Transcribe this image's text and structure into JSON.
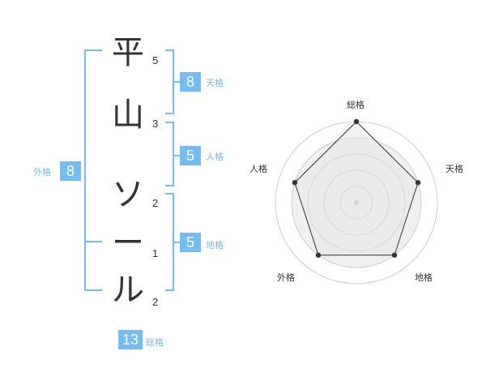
{
  "name_chars": [
    {
      "char": "平",
      "strokes": "5"
    },
    {
      "char": "山",
      "strokes": "3"
    },
    {
      "char": "ソ",
      "strokes": "2"
    },
    {
      "char": "ー",
      "strokes": "1"
    },
    {
      "char": "ル",
      "strokes": "2"
    }
  ],
  "kakusu": {
    "tenkaku": {
      "value": "8",
      "label": "天格"
    },
    "jinkaku": {
      "value": "5",
      "label": "人格"
    },
    "chikaku": {
      "value": "5",
      "label": "地格"
    },
    "gaikaku": {
      "value": "8",
      "label": "外格"
    },
    "soukaku": {
      "value": "13",
      "label": "総格"
    }
  },
  "chart_data": {
    "type": "radar",
    "axes": [
      "総格",
      "天格",
      "地格",
      "外格",
      "人格"
    ],
    "values": [
      5,
      4,
      4,
      4,
      4
    ],
    "max": 5,
    "rings": 5
  },
  "colors": {
    "accent": "#74bcf1",
    "text": "#333333",
    "ring": "#cccccc",
    "fill": "#f0f0f0",
    "polygon": "#333333",
    "center": "#bbbbbb"
  }
}
